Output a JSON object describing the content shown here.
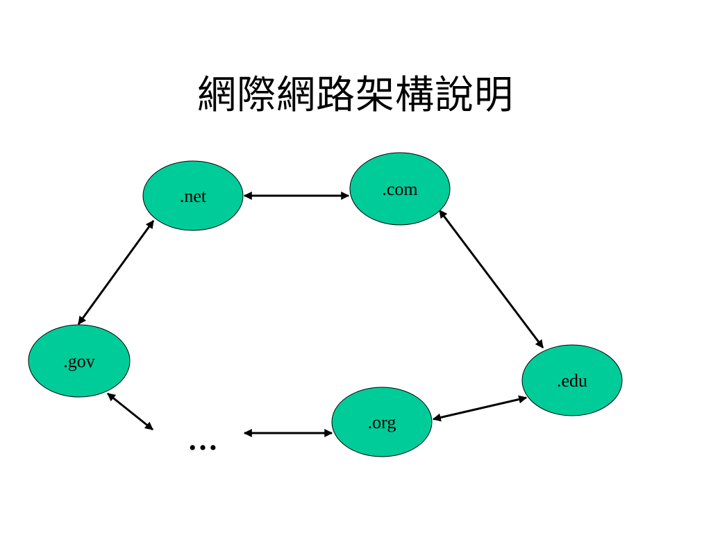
{
  "title": "網際網路架構說明",
  "nodes": [
    {
      "id": "net",
      "label": ".net"
    },
    {
      "id": "com",
      "label": ".com"
    },
    {
      "id": "gov",
      "label": ".gov"
    },
    {
      "id": "edu",
      "label": ".edu"
    },
    {
      "id": "org",
      "label": ".org"
    }
  ],
  "ellipsis": "…",
  "edges": [
    {
      "from": "net",
      "to": "com",
      "bidirectional": true
    },
    {
      "from": "net",
      "to": "gov",
      "bidirectional": true
    },
    {
      "from": "com",
      "to": "edu",
      "bidirectional": true
    },
    {
      "from": "edu",
      "to": "org",
      "bidirectional": true
    },
    {
      "from": "org",
      "to": "ellipsis",
      "bidirectional": true
    },
    {
      "from": "gov",
      "to": "ellipsis",
      "bidirectional": true
    }
  ],
  "colors": {
    "node_fill": "#00cc99",
    "edge": "#000000",
    "background": "#ffffff"
  }
}
